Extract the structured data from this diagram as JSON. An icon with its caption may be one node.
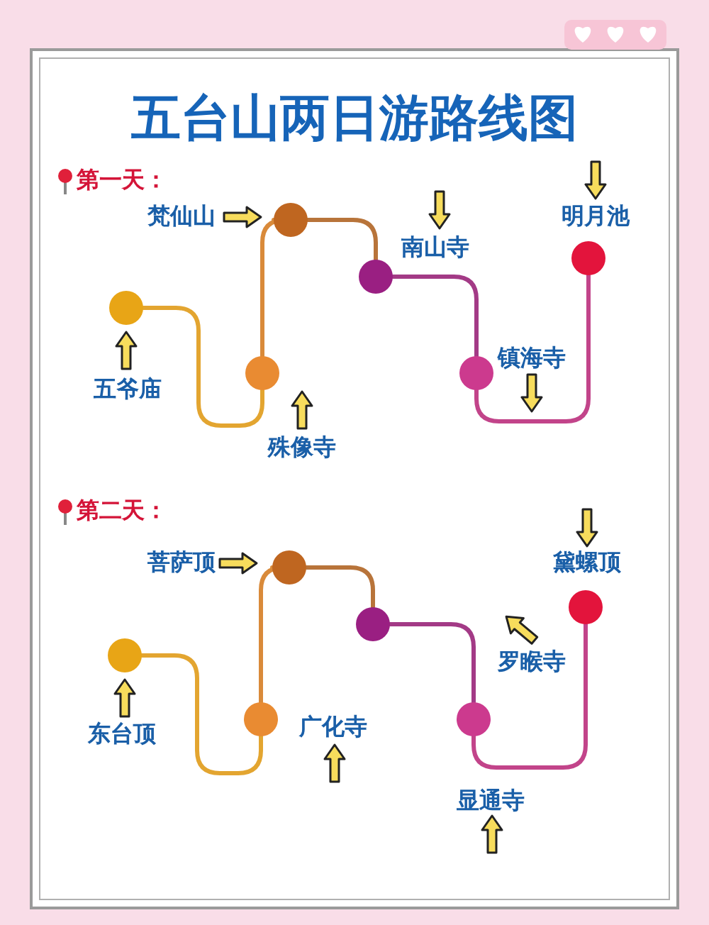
{
  "diagram": {
    "title": "五台山两日游路线图",
    "nodes": [
      {
        "text": [],
        "shape": "circle",
        "beside": [
          "五爷庙"
        ]
      },
      {
        "text": [],
        "shape": "circle",
        "beside": [
          "殊像寺"
        ]
      },
      {
        "text": [],
        "shape": "circle",
        "beside": [
          "梵仙山"
        ]
      },
      {
        "text": [],
        "shape": "circle",
        "beside": [
          "南山寺"
        ]
      },
      {
        "text": [],
        "shape": "circle",
        "beside": [
          "镇海寺"
        ]
      },
      {
        "text": [],
        "shape": "circle",
        "beside": [
          "明月池"
        ]
      },
      {
        "text": [],
        "shape": "circle",
        "beside": [
          "东台顶"
        ]
      },
      {
        "text": [],
        "shape": "circle",
        "beside": [
          "广化寺"
        ]
      },
      {
        "text": [],
        "shape": "circle",
        "beside": [
          "菩萨顶"
        ]
      },
      {
        "text": [],
        "shape": "circle"
      },
      {
        "text": [],
        "shape": "circle",
        "beside": [
          "显通寺"
        ]
      },
      {
        "text": [],
        "shape": "circle",
        "beside": [
          "黛螺顶"
        ]
      }
    ],
    "edges": [
      {
        "from": 0,
        "to": 1,
        "arrow": "none",
        "color": "#e3a530"
      },
      {
        "from": 1,
        "to": 2,
        "arrow": "none",
        "color": "#d98a3a"
      },
      {
        "from": 2,
        "to": 3,
        "arrow": "none",
        "color": "#b8743a"
      },
      {
        "from": 3,
        "to": 4,
        "arrow": "none",
        "color": "#a33a86"
      },
      {
        "from": 4,
        "to": 5,
        "arrow": "none",
        "color": "#c2448a"
      },
      {
        "from": 6,
        "to": 7,
        "arrow": "none",
        "color": "#e3a530"
      },
      {
        "from": 7,
        "to": 8,
        "arrow": "none",
        "color": "#d98a3a"
      },
      {
        "from": 8,
        "to": 9,
        "arrow": "none",
        "color": "#b8743a"
      },
      {
        "from": 9,
        "to": 10,
        "arrow": "none",
        "color": "#a33a86"
      },
      {
        "from": 10,
        "to": 11,
        "arrow": "none",
        "color": "#c2448a"
      }
    ],
    "labels": [
      "第一天：",
      "第二天：",
      "罗睺寺"
    ]
  }
}
